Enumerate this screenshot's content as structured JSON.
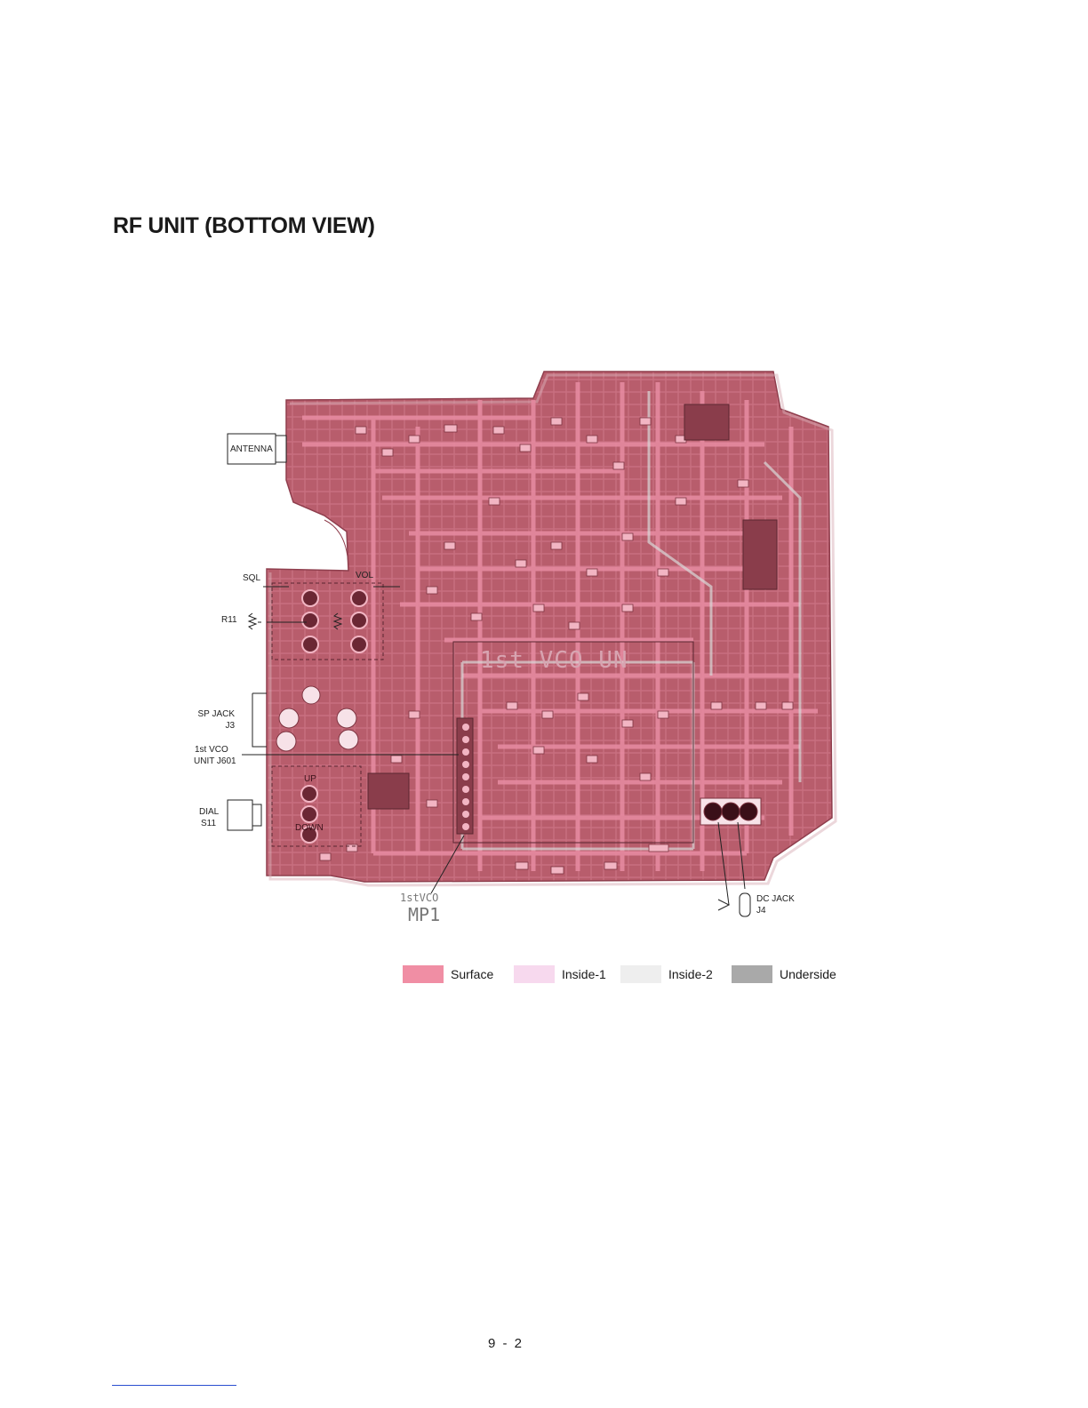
{
  "title": "RF UNIT (BOTTOM VIEW)",
  "labels": {
    "antenna": "ANTENNA",
    "sql": "SQL",
    "vol": "VOL",
    "r11": "R11",
    "sp_jack": "SP JACK",
    "j3": "J3",
    "vco_unit": "1st VCO",
    "vco_unit_j": "UNIT J601",
    "dial": "DIAL",
    "s11": "S11",
    "up": "UP",
    "down": "DOWN",
    "vco_mp_top": "1stVCO",
    "vco_mp_bottom": "MP1",
    "dc_jack": "DC JACK",
    "j4": "J4",
    "board_vco": "1st VCO UN"
  },
  "legend": [
    {
      "label": "Surface",
      "color": "#f08ea4"
    },
    {
      "label": "Inside-1",
      "color": "#f7d9ee"
    },
    {
      "label": "Inside-2",
      "color": "#eeeeee"
    },
    {
      "label": "Underside",
      "color": "#a9a9a9"
    }
  ],
  "colors": {
    "board": "#b85d6c",
    "board_dark": "#9a4755",
    "trace": "#e58aa0",
    "pad": "#f2b5c3"
  },
  "page_number": "9 - 2"
}
